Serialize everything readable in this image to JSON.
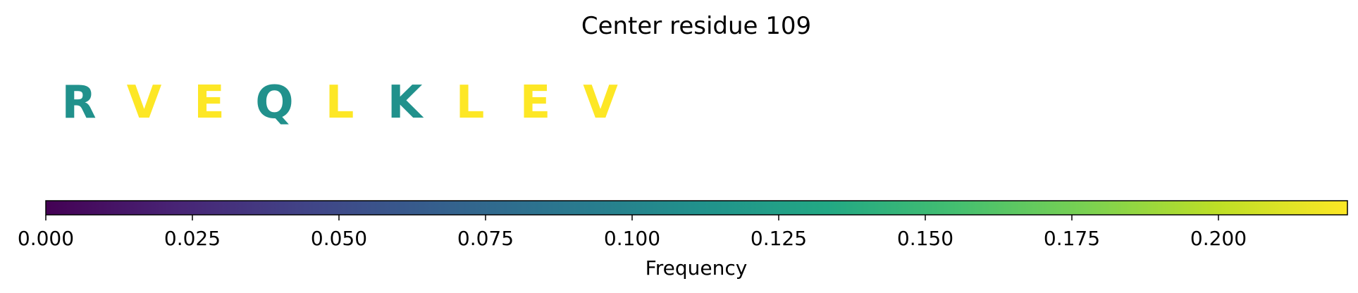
{
  "chart_data": {
    "type": "heatmap",
    "title": "Center residue 109",
    "residues": [
      {
        "letter": "R",
        "frequency": 0.111
      },
      {
        "letter": "V",
        "frequency": 0.222
      },
      {
        "letter": "E",
        "frequency": 0.222
      },
      {
        "letter": "Q",
        "frequency": 0.111
      },
      {
        "letter": "L",
        "frequency": 0.222
      },
      {
        "letter": "K",
        "frequency": 0.111
      },
      {
        "letter": "L",
        "frequency": 0.222
      },
      {
        "letter": "E",
        "frequency": 0.222
      },
      {
        "letter": "V",
        "frequency": 0.222
      }
    ],
    "colorbar": {
      "label": "Frequency",
      "colormap": "viridis",
      "range": [
        0,
        0.222
      ],
      "ticks": [
        0.0,
        0.025,
        0.05,
        0.075,
        0.1,
        0.125,
        0.15,
        0.175,
        0.2
      ],
      "tick_labels": [
        "0.000",
        "0.025",
        "0.050",
        "0.075",
        "0.100",
        "0.125",
        "0.150",
        "0.175",
        "0.200"
      ],
      "orientation": "horizontal"
    }
  }
}
